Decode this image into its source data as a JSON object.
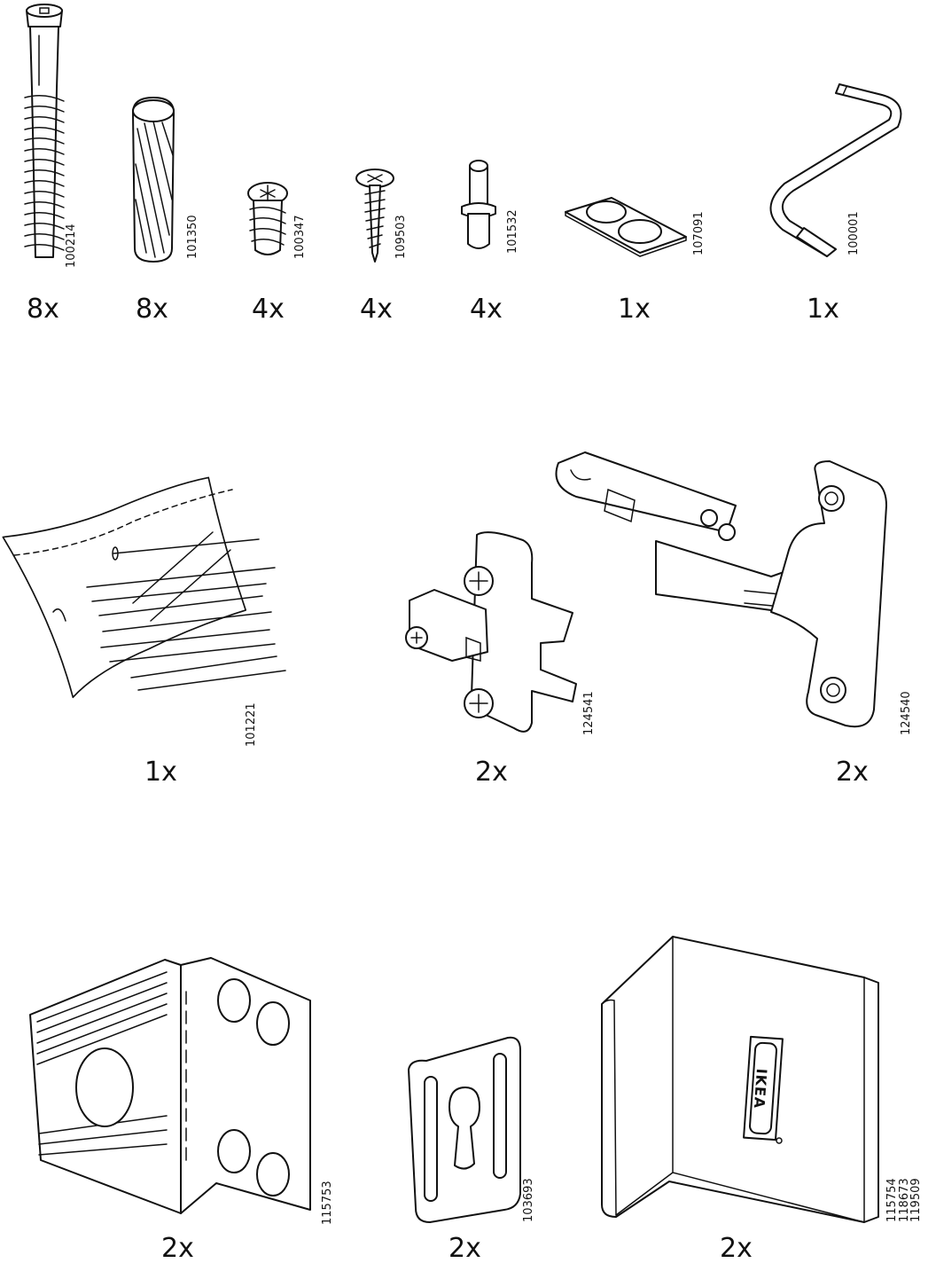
{
  "parts": [
    {
      "id": "cam-bolt",
      "code": "100214",
      "qty": "8x"
    },
    {
      "id": "wood-dowel",
      "code": "101350",
      "qty": "8x"
    },
    {
      "id": "euro-screw",
      "code": "100347",
      "qty": "4x"
    },
    {
      "id": "chipboard-screw",
      "code": "109503",
      "qty": "4x"
    },
    {
      "id": "shelf-pin",
      "code": "101532",
      "qty": "4x"
    },
    {
      "id": "bumper-pads",
      "code": "107091",
      "qty": "1x"
    },
    {
      "id": "allen-key",
      "code": "100001",
      "qty": "1x"
    },
    {
      "id": "nails-bag",
      "code": "101221",
      "qty": "1x"
    },
    {
      "id": "hinge-mounting-plate",
      "code": "124541",
      "qty": "2x"
    },
    {
      "id": "hinge",
      "code": "124540",
      "qty": "2x"
    },
    {
      "id": "angle-bracket",
      "code": "115753",
      "qty": "2x"
    },
    {
      "id": "keyhole-hanger",
      "code": "103693",
      "qty": "2x"
    },
    {
      "id": "corner-bracket",
      "code": "115754\n118673\n119509",
      "qty": "2x"
    }
  ],
  "logo_text": "IKEA"
}
